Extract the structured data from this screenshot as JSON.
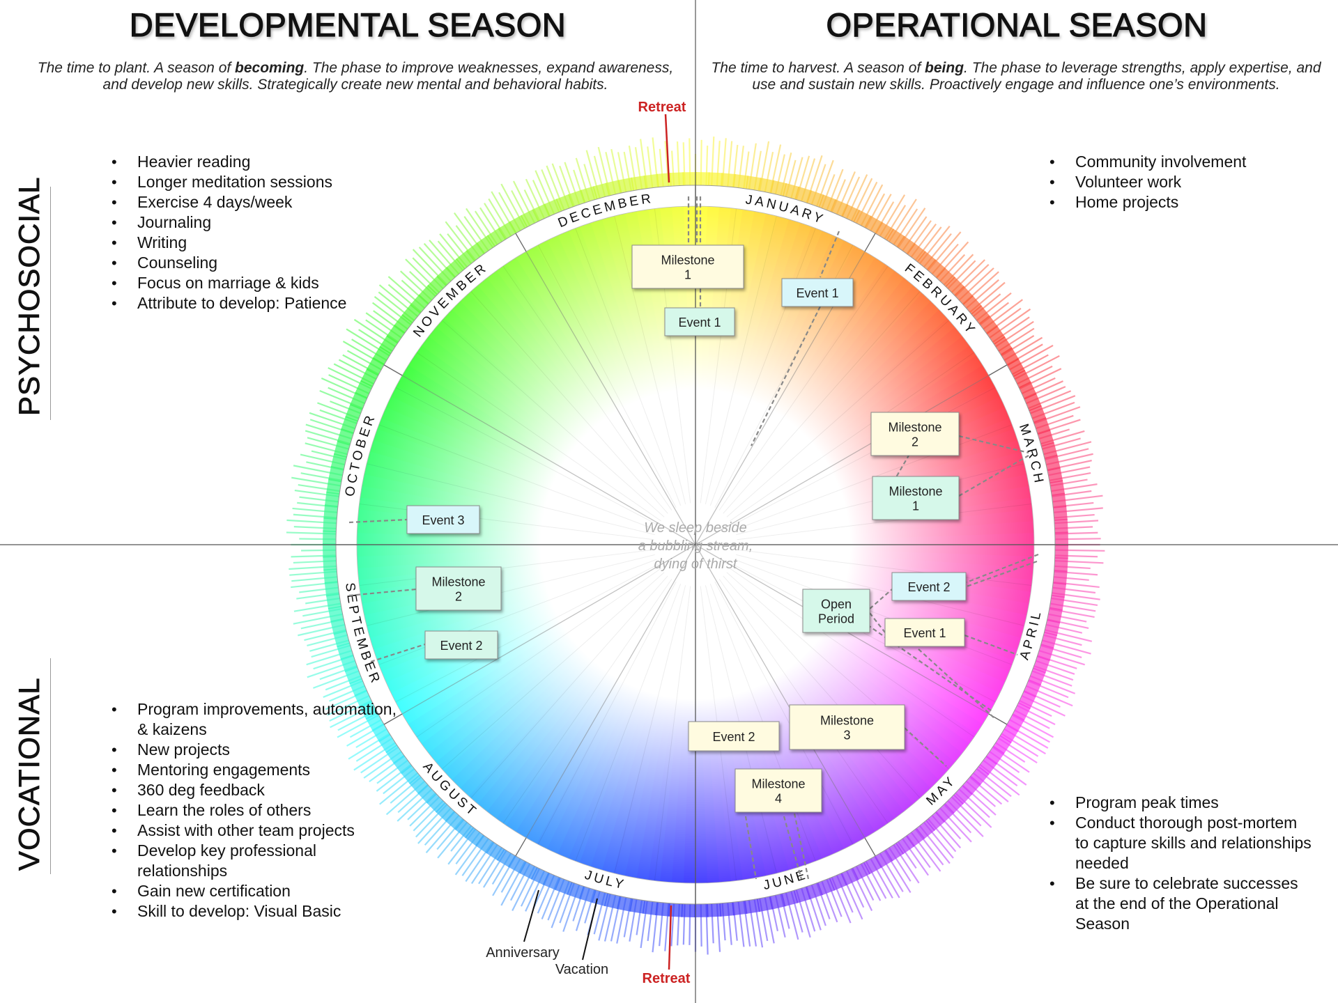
{
  "headers": {
    "developmental": "DEVELOPMENTAL SEASON",
    "operational": "OPERATIONAL SEASON"
  },
  "descriptions": {
    "developmental": {
      "pre": "The time to plant.  A season of ",
      "bold": "becoming",
      "post": ".  The phase to improve weaknesses, expand awareness, and develop new skills.  Strategically create new mental and behavioral habits."
    },
    "operational": {
      "pre": "The time to harvest.  A season of ",
      "bold": "being",
      "post": ".  The phase to leverage strengths, apply expertise, and use and sustain new skills.  Proactively engage and influence one’s environments."
    }
  },
  "side_labels": {
    "top": "PSYCHOSOCIAL",
    "bottom": "VOCATIONAL"
  },
  "lists": {
    "psychosocial_dev": [
      "Heavier reading",
      "Longer meditation sessions",
      "Exercise 4 days/week",
      "Journaling",
      "Writing",
      "Counseling",
      "Focus on marriage & kids",
      "Attribute to develop: Patience"
    ],
    "psychosocial_op": [
      "Community involvement",
      "Volunteer work",
      "Home projects"
    ],
    "vocational_dev": [
      "Program improvements, automation, & kaizens",
      "New projects",
      "Mentoring engagements",
      "360 deg feedback",
      "Learn the roles of others",
      "Assist with other team projects",
      "Develop key professional relationships",
      "Gain new certification",
      "Skill to develop:  Visual Basic"
    ],
    "vocational_op": [
      "Program peak times",
      "Conduct thorough post-mortem to capture skills and relationships needed",
      "Be sure to celebrate successes at the end of the Operational Season"
    ]
  },
  "months": [
    "JANUARY",
    "FEBRUARY",
    "MARCH",
    "APRIL",
    "MAY",
    "JUNE",
    "JULY",
    "AUGUST",
    "SEPTEMBER",
    "OCTOBER",
    "NOVEMBER",
    "DECEMBER"
  ],
  "center_quote": [
    "We sleep beside",
    "a bubbling stream,",
    "dying of thirst"
  ],
  "retreat_label": "Retreat",
  "outer_labels": {
    "anniversary": "Anniversary",
    "vacation": "Vacation"
  },
  "colors": {
    "retreat": "#cc2222",
    "milestone_yellow": "#fffbe0",
    "event_cyan": "#d8f6fa",
    "event_green": "#d6f8ea"
  },
  "boxes": [
    {
      "lines": [
        "Milestone",
        "1"
      ],
      "style": "yellow"
    },
    {
      "lines": [
        "Event 1"
      ],
      "style": "green"
    },
    {
      "lines": [
        "Event 1"
      ],
      "style": "cyan"
    },
    {
      "lines": [
        "Milestone",
        "2"
      ],
      "style": "yellow"
    },
    {
      "lines": [
        "Milestone",
        "1"
      ],
      "style": "green"
    },
    {
      "lines": [
        "Event 2"
      ],
      "style": "cyan"
    },
    {
      "lines": [
        "Open",
        "Period"
      ],
      "style": "green"
    },
    {
      "lines": [
        "Event 1"
      ],
      "style": "yellow"
    },
    {
      "lines": [
        "Milestone",
        "3"
      ],
      "style": "yellow"
    },
    {
      "lines": [
        "Event 2"
      ],
      "style": "yellow"
    },
    {
      "lines": [
        "Milestone",
        "4"
      ],
      "style": "yellow"
    },
    {
      "lines": [
        "Event 3"
      ],
      "style": "cyan"
    },
    {
      "lines": [
        "Milestone",
        "2"
      ],
      "style": "green"
    },
    {
      "lines": [
        "Event 2"
      ],
      "style": "green"
    }
  ]
}
